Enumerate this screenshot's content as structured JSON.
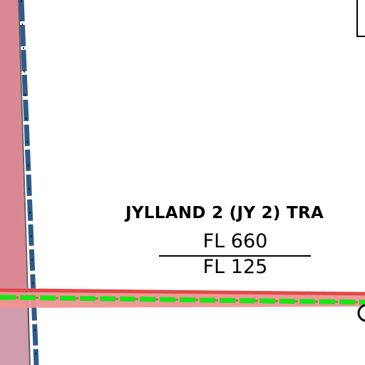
{
  "airspace": {
    "name": "JYLLAND 2 (JY 2) TRA",
    "upper_limit": "FL 660",
    "lower_limit": "FL 125"
  },
  "colors": {
    "background": "#ffffff",
    "boundary_band": "#d9828f",
    "boundary_line": "#e04a4a",
    "route_blue": "#2f5b8a",
    "route_green": "#19e619",
    "text": "#000000"
  }
}
